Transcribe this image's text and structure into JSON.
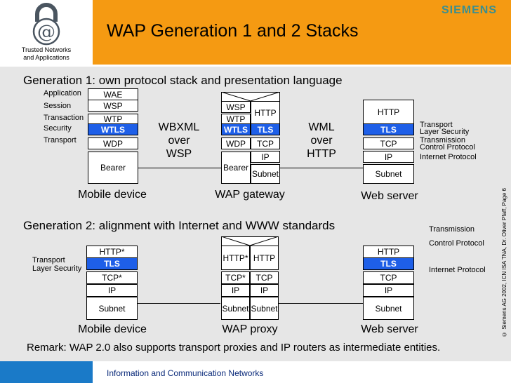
{
  "header": {
    "title": "WAP Generation 1 and 2 Stacks",
    "logo_line1": "Trusted Networks",
    "logo_line2": "and Applications",
    "brand": "SIEMENS"
  },
  "gen1": {
    "heading": "Generation 1: own protocol stack and presentation language",
    "left_labels": [
      "Application",
      "Session",
      "Transaction",
      "Security",
      "Transport"
    ],
    "mobile": {
      "layers": [
        "WAE",
        "WSP",
        "WTP",
        "WTLS",
        "WDP",
        "Bearer"
      ],
      "caption": "Mobile device"
    },
    "link1": [
      "WBXML",
      "over",
      "WSP"
    ],
    "gateway": {
      "left": [
        "WSP",
        "WTP",
        "WTLS",
        "WDP",
        "Bearer"
      ],
      "right": [
        "HTTP",
        "TLS",
        "TCP",
        "IP",
        "Subnet"
      ],
      "caption": "WAP gateway"
    },
    "link2": [
      "WML",
      "over",
      "HTTP"
    ],
    "server": {
      "layers": [
        "HTTP",
        "TLS",
        "TCP",
        "IP",
        "Subnet"
      ],
      "caption": "Web server"
    },
    "right_labels": [
      "Transport",
      "Layer Security",
      "Transmission",
      "Control Protocol",
      "Internet Protocol"
    ]
  },
  "gen2": {
    "heading": "Generation 2: alignment with Internet and WWW standards",
    "left_labels": [
      "Transport",
      "Layer Security"
    ],
    "mobile": {
      "layers": [
        "HTTP*",
        "TLS",
        "TCP*",
        "IP",
        "Subnet"
      ],
      "caption": "Mobile device"
    },
    "proxy": {
      "left": [
        "HTTP*",
        "TCP*",
        "IP",
        "Subnet"
      ],
      "right": [
        "HTTP",
        "TCP",
        "IP",
        "Subnet"
      ],
      "caption": "WAP proxy"
    },
    "server": {
      "layers": [
        "HTTP",
        "TLS",
        "TCP",
        "IP",
        "Subnet"
      ],
      "caption": "Web server"
    },
    "right_labels": [
      "Transmission",
      "Control Protocol",
      "Internet Protocol"
    ]
  },
  "remark": "Remark: WAP 2.0 also supports transport proxies and IP routers as intermediate entities.",
  "copyright": "© Siemens AG 2002, ICN ISA TNA, Dr. Oliver Pfaff, Page 6",
  "footer": {
    "text": "Information and Communication Networks"
  },
  "colors": {
    "header_orange": "#f59a12",
    "tls_blue": "#1e5fe8",
    "footer_blue": "#1a7ac8",
    "brand_teal": "#3a8f90"
  }
}
